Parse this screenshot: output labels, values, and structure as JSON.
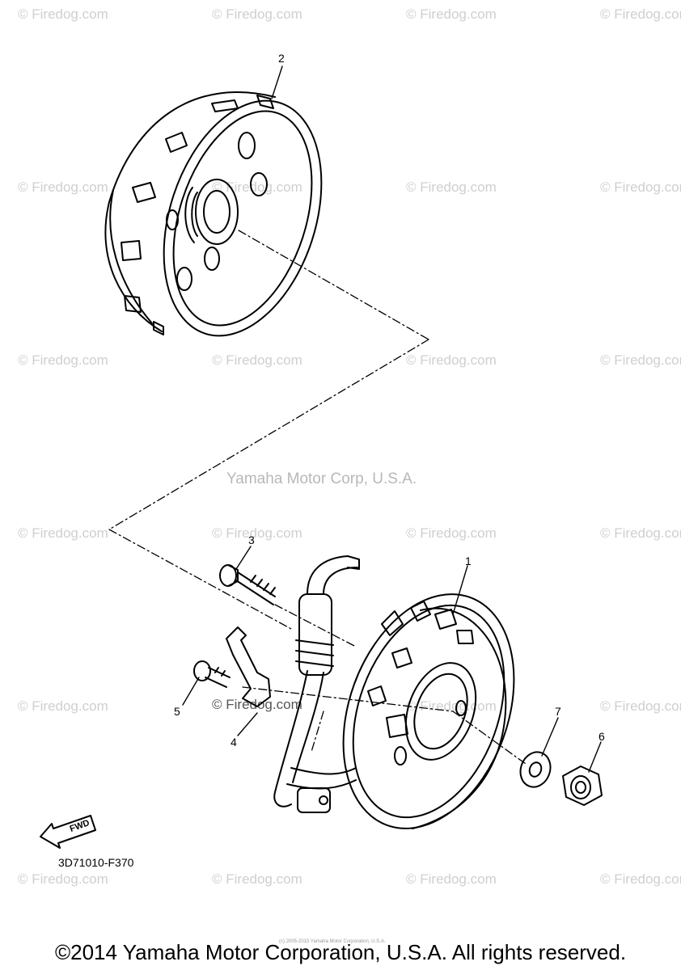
{
  "watermark": "© Firedog.com",
  "center_watermark": "Yamaha Motor Corp, U.S.A.",
  "callouts": [
    "1",
    "2",
    "3",
    "4",
    "5",
    "6",
    "7"
  ],
  "part_code": "3D71010-F370",
  "fwd_label": "FWD",
  "fine_print": "(c) 2005-2015 Yamaha Motor Corporation, U.S.A.",
  "copyright": "©2014 Yamaha Motor Corporation, U.S.A. All rights reserved."
}
